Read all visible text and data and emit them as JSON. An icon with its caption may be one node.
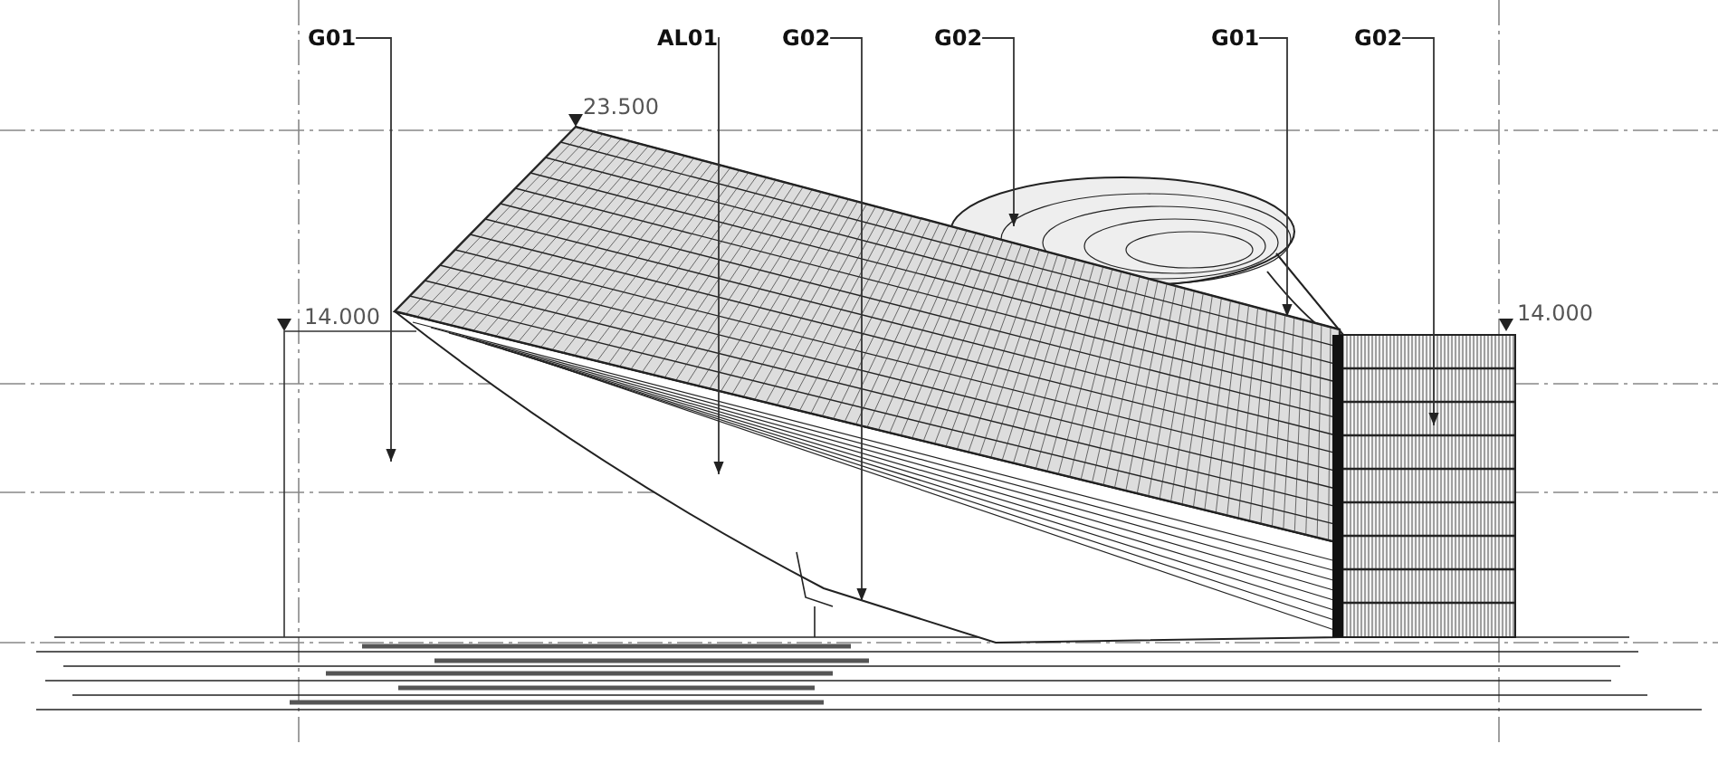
{
  "diagram": {
    "nodes": [
      {
        "text": [
          "G01"
        ]
      },
      {
        "text": [
          "AL01"
        ]
      },
      {
        "text": [
          "G02"
        ]
      },
      {
        "text": [
          "G02"
        ]
      },
      {
        "text": [
          "G01"
        ]
      },
      {
        "text": [
          "G02"
        ]
      }
    ],
    "edges": [
      {
        "from": 0,
        "to": null,
        "arrow": "to"
      },
      {
        "from": 1,
        "to": null,
        "arrow": "to"
      },
      {
        "from": 2,
        "to": null,
        "arrow": "to"
      },
      {
        "from": 3,
        "to": null,
        "arrow": "to"
      },
      {
        "from": 4,
        "to": null,
        "arrow": "to"
      },
      {
        "from": 5,
        "to": null,
        "arrow": "to"
      }
    ],
    "labels": [
      "23.500",
      "14.000",
      "14.000"
    ]
  }
}
